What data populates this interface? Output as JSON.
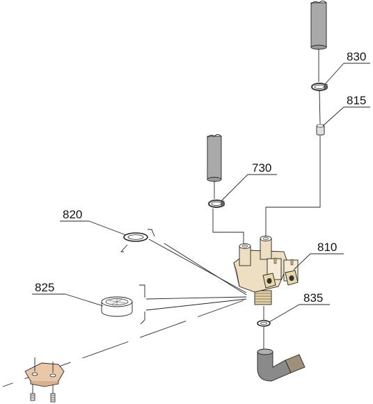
{
  "callouts": [
    {
      "id": "830",
      "text": "830"
    },
    {
      "id": "815",
      "text": "815"
    },
    {
      "id": "730",
      "text": "730"
    },
    {
      "id": "820",
      "text": "820"
    },
    {
      "id": "810",
      "text": "810"
    },
    {
      "id": "825",
      "text": "825"
    },
    {
      "id": "835",
      "text": "835"
    }
  ],
  "colors": {
    "hose": "#a9a9a9",
    "valve_body": "#efdfc2",
    "connector": "#e6d8a6",
    "clamp": "#555555",
    "elbow": "#8a8a8a",
    "bracket": "#e8c8a8"
  }
}
